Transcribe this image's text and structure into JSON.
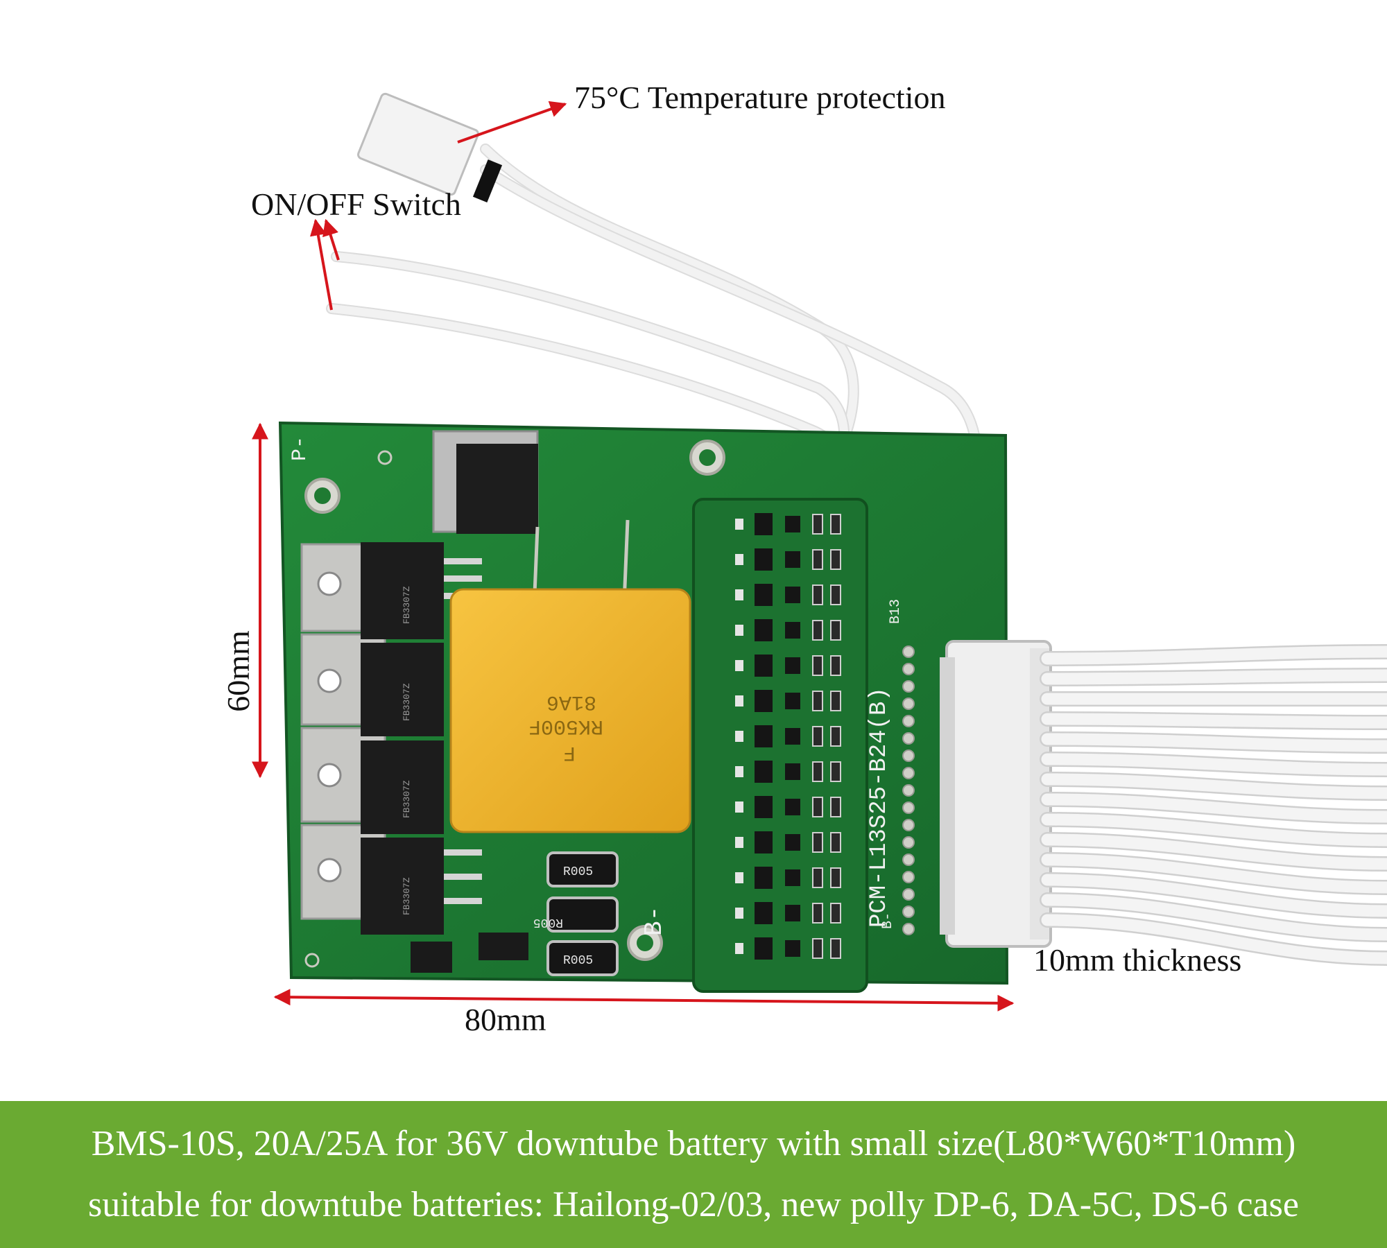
{
  "annotations": {
    "temperature": "75°C Temperature protection",
    "switch": "ON/OFF Switch",
    "height": "60mm",
    "width": "80mm",
    "thickness": "10mm thickness"
  },
  "board_markings": {
    "model": "PCM-L13S25-B24(B)",
    "p_minus": "P-",
    "b_minus": "B-",
    "b_minus_small": "B-",
    "b13": "B13",
    "fuse_line1": "F",
    "fuse_line2": "RK500F",
    "fuse_line3": "81A6",
    "resistor": "R005",
    "mosfet": "FB3307Z"
  },
  "banner": {
    "line1": "BMS-10S, 20A/25A for 36V downtube battery with small size(L80*W60*T10mm)",
    "line2": "suitable for downtube batteries: Hailong-02/03, new polly DP-6, DA-5C, DS-6 case"
  },
  "colors": {
    "banner": "#6aaa32",
    "pcb": "#1f7a32",
    "pcb_dark": "#17602a",
    "arrow": "#d6151c",
    "capacitor": "#f2b62b",
    "wire": "#f4f4f4"
  }
}
